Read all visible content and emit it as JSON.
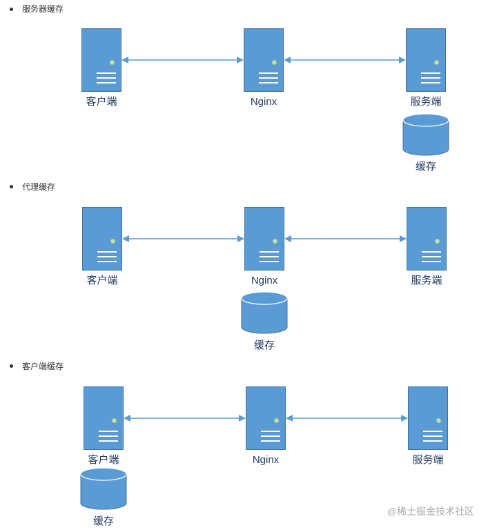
{
  "sections": [
    {
      "title": "服务器缓存",
      "client": "客户端",
      "proxy": "Nginx",
      "server": "服务端",
      "cache": "缓存"
    },
    {
      "title": "代理缓存",
      "client": "客户端",
      "proxy": "Nginx",
      "server": "服务端",
      "cache": "缓存"
    },
    {
      "title": "客户端缓存",
      "client": "客户端",
      "proxy": "Nginx",
      "server": "服务端",
      "cache": "缓存"
    }
  ],
  "watermark": "@稀土掘金技术社区",
  "colors": {
    "node_fill": "#5b9bd5",
    "node_border": "#41719c",
    "led": "#c6e0b4",
    "label": "#1f3b63",
    "arrow": "#5b9bd5"
  }
}
